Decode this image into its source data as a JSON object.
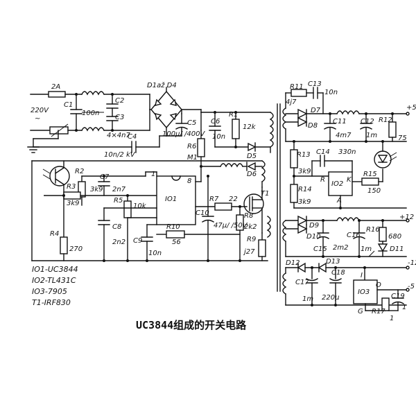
{
  "caption": "UC3844组成的开关电路",
  "mains": {
    "voltage": "220V",
    "tilde": "~",
    "fuse": "2A"
  },
  "legend": [
    "IO1-UC3844",
    "IO2-TL431C",
    "IO3-7905",
    "T1-IRF830"
  ],
  "components": {
    "C1": "C1",
    "C1v": "100n",
    "C2": "C2",
    "C3": "C3",
    "C23v": "4×4n7",
    "D14": "D1až D4",
    "C4": "C4",
    "C4v": "10n/2 kV",
    "C5": "C5",
    "C5v": "100μ/ /400V",
    "C6": "C6",
    "C6v": "10n",
    "R1": "R1",
    "R1v": "12k",
    "R6": "R6",
    "R6v": "M1",
    "D5": "D5",
    "D6": "D6",
    "R2": "R2",
    "R2v": "3k9",
    "C7": "C7",
    "C7v": "2n7",
    "R3": "R3",
    "R3v": "3k9",
    "R5": "R5",
    "R5v": "10k",
    "IO1": "IO1",
    "pin1": "1",
    "pin8": "8",
    "R7": "R7",
    "R7v": "22",
    "T1": "T1",
    "R8": "R8",
    "R8v": "2k2",
    "C10": "C10",
    "C10v": "47μ/ /50V",
    "C8": "C8",
    "C8v": "2n2",
    "C9": "C9",
    "C9v": "10n",
    "R10": "R10",
    "R10v": "56",
    "R9": "R9",
    "R9v": "j27",
    "R4": "R4",
    "R4v": "270",
    "R11": "R11",
    "R11v": "4j7",
    "C13": "C13",
    "C13v": "10n",
    "D7": "D7",
    "D8": "D8",
    "C11": "C11",
    "C11v": "4m7",
    "C12": "C12",
    "C12v": "1m",
    "R12": "R12",
    "R12v": "75",
    "p5": "+5",
    "R13": "R13",
    "R13v": "3k9",
    "C14": "C14",
    "C14v": "330n",
    "R14": "R14",
    "R14v": "3k9",
    "IO2": "IO2",
    "pinR": "R",
    "pinK": "K",
    "pinA": "A",
    "R15": "R15",
    "R15v": "150",
    "D9": "D9",
    "D10": "D10",
    "C15": "C15",
    "C15v": "2m2",
    "C16": "C16",
    "C16v": "1m",
    "R16": "R16",
    "R16v": "680",
    "D11": "D11",
    "p12": "+12",
    "D12": "D12",
    "D13": "D13",
    "m12": "-12",
    "C17": "C17",
    "C17v": "1m",
    "C18": "C18",
    "C18v": "220μ",
    "IO3": "IO3",
    "pinI": "I",
    "pinO": "O",
    "pinG": "G",
    "m5": "-5",
    "R17": "R17",
    "R17v": "1",
    "C19": "C19",
    "C19v": "1"
  }
}
